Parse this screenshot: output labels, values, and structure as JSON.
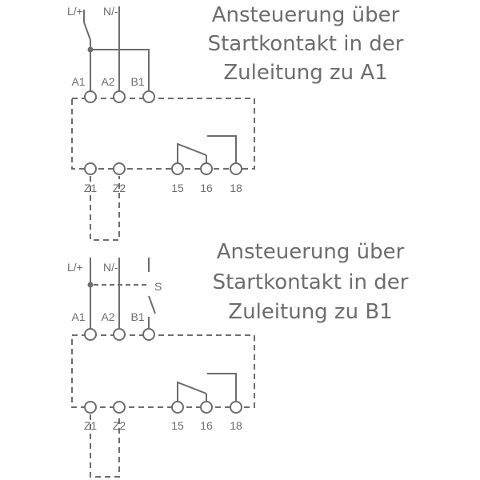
{
  "diagram_top": {
    "title_lines": [
      "Ansteuerung über",
      "Startkontakt in der",
      "Zuleitung zu A1"
    ],
    "supply_l": "L/+",
    "supply_n": "N/-",
    "terminals_top": [
      "A1",
      "A2",
      "B1"
    ],
    "terminals_bottom": [
      "Z1",
      "Z2",
      "15",
      "16",
      "18"
    ]
  },
  "diagram_bottom": {
    "title_lines": [
      "Ansteuerung über",
      "Startkontakt in der",
      "Zuleitung zu B1"
    ],
    "supply_l": "L/+",
    "supply_n": "N/-",
    "switch_label": "S",
    "terminals_top": [
      "A1",
      "A2",
      "B1"
    ],
    "terminals_bottom": [
      "Z1",
      "Z2",
      "15",
      "16",
      "18"
    ]
  }
}
